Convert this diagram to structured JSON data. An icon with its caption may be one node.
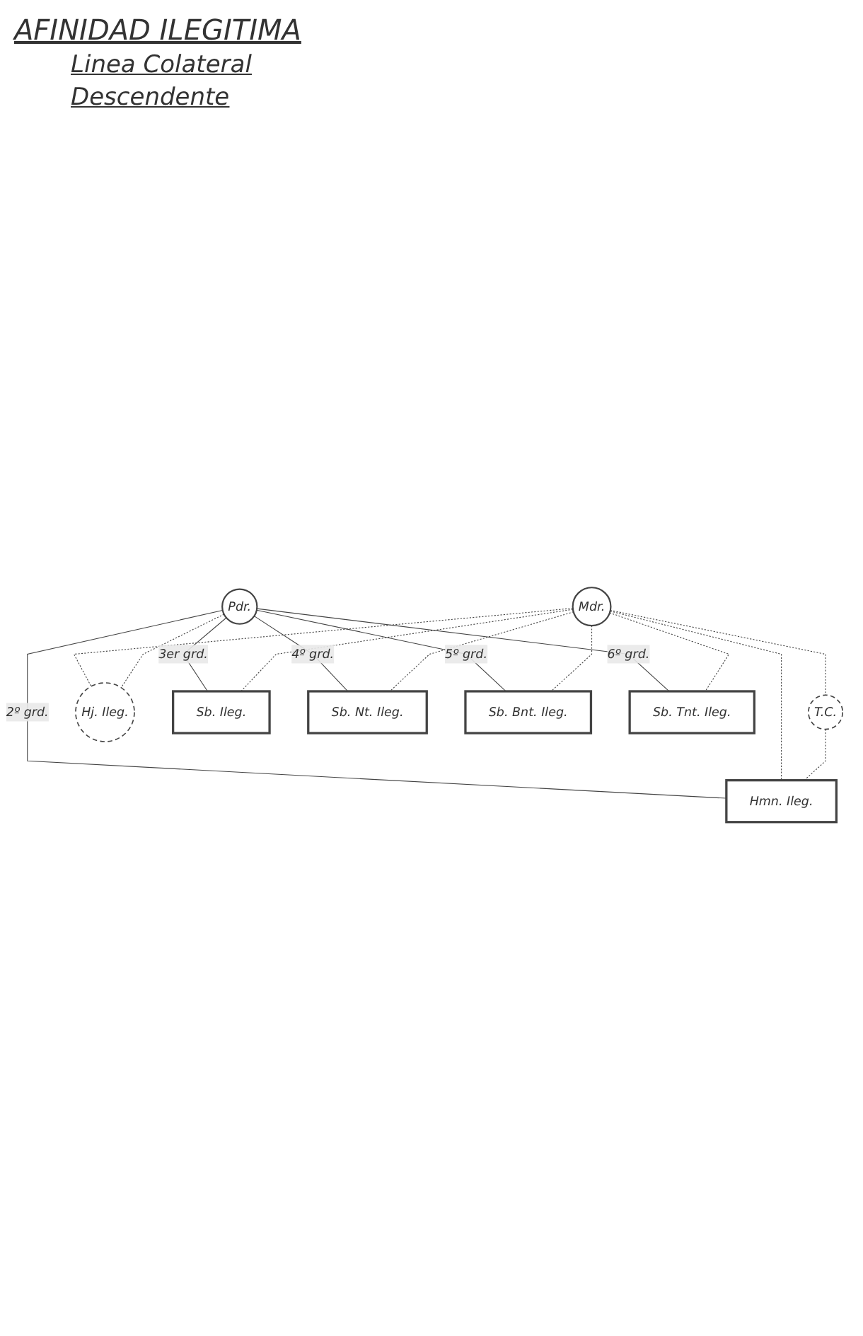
{
  "diagram": {
    "title": "AFINIDAD ILEGITIMA",
    "nodes": [
      {
        "text": [
          "T.C."
        ]
      },
      {
        "text": [
          "Pdr."
        ]
      },
      {
        "text": [
          "Mdr."
        ]
      },
      {
        "text": [
          "Hj. Ileg."
        ]
      },
      {
        "text": [
          "Hmn. Ileg."
        ]
      },
      {
        "text": [
          "Sb. Ileg."
        ]
      },
      {
        "text": [
          "Sb. Nt. Ileg."
        ]
      },
      {
        "text": [
          "Sb. Bnt. Ileg."
        ]
      },
      {
        "text": [
          "Sb. Tnt. Ileg."
        ]
      }
    ],
    "edges": [
      {
        "from": 2,
        "to": 0,
        "arrow": "none",
        "style": "dashed"
      },
      {
        "from": 1,
        "to": 3,
        "arrow": "none",
        "style": "dashed"
      },
      {
        "from": 2,
        "to": 3,
        "arrow": "none",
        "style": "dashed"
      },
      {
        "from": 0,
        "to": 4,
        "arrow": "none",
        "style": "dashed"
      },
      {
        "from": 2,
        "to": 4,
        "arrow": "none",
        "style": "dashed"
      },
      {
        "from": 2,
        "to": 5,
        "arrow": "none",
        "style": "dashed"
      },
      {
        "from": 2,
        "to": 6,
        "arrow": "none",
        "style": "dashed"
      },
      {
        "from": 2,
        "to": 7,
        "arrow": "none",
        "style": "dashed"
      },
      {
        "from": 2,
        "to": 8,
        "arrow": "none",
        "style": "dashed"
      },
      {
        "from": 1,
        "to": 4,
        "arrow": "none",
        "label": "2º grd."
      },
      {
        "from": 1,
        "to": 5,
        "arrow": "none",
        "label": "3er grd."
      },
      {
        "from": 1,
        "to": 6,
        "arrow": "none",
        "label": "4º grd."
      },
      {
        "from": 1,
        "to": 7,
        "arrow": "none",
        "label": "5º grd."
      },
      {
        "from": 1,
        "to": 8,
        "arrow": "none",
        "label": "6º grd."
      }
    ],
    "labels": [
      "Linea Colateral",
      "Descendente"
    ]
  }
}
